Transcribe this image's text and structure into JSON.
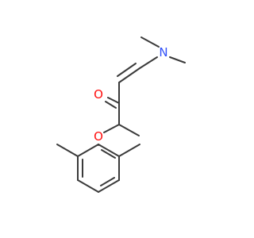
{
  "atoms": {
    "oxygen_ketone": "O",
    "oxygen_ether": "O",
    "nitrogen": "N"
  },
  "colors": {
    "bond": "#3a3a3a",
    "oxygen": "#ff0d0d",
    "nitrogen": "#3050f8",
    "background": "#ffffff"
  }
}
